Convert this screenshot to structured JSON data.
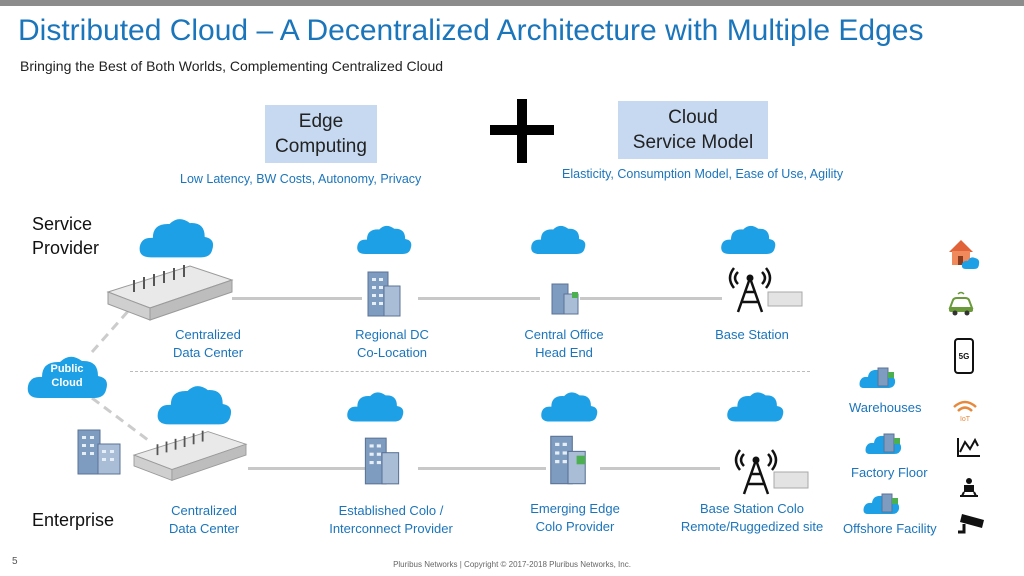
{
  "slide": {
    "title": "Distributed Cloud – A Decentralized Architecture with Multiple Edges",
    "subtitle": "Bringing the Best of Both Worlds, Complementing Centralized Cloud",
    "page_number": "5",
    "footer": "Pluribus Networks | Copyright © 2017-2018 Pluribus Networks, Inc."
  },
  "concepts": {
    "edge": {
      "label": "Edge\nComputing",
      "tagline": "Low Latency, BW Costs, Autonomy, Privacy"
    },
    "cloud": {
      "label": "Cloud\nService Model",
      "tagline": "Elasticity, Consumption Model, Ease of Use, Agility"
    }
  },
  "rows": {
    "service_provider": "Service\nProvider",
    "enterprise": "Enterprise"
  },
  "public_cloud": "Public\nCloud",
  "sp_nodes": [
    "Centralized\nData Center",
    "Regional DC\nCo-Location",
    "Central Office\nHead End",
    "Base Station"
  ],
  "ent_nodes": [
    "Centralized\nData Center",
    "Established Colo /\nInterconnect Provider",
    "Emerging Edge\nColo Provider",
    "Base Station Colo\nRemote/Ruggedized site"
  ],
  "edge_sites": [
    "Warehouses",
    "Factory Floor",
    "Offshore Facility"
  ],
  "device_icons": [
    "home-cloud-icon",
    "connected-car-icon",
    "5g-phone-icon",
    "wifi-iot-icon",
    "chart-icon",
    "robot-icon",
    "security-camera-icon"
  ],
  "colors": {
    "accent": "#1b75bb",
    "box": "#c6d9f1",
    "cloud": "#1ea0e6"
  }
}
